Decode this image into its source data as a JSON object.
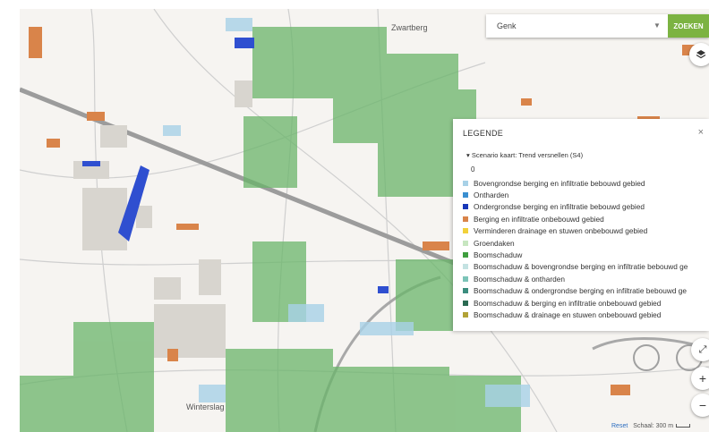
{
  "map": {
    "places": [
      "Zwartberg",
      "Winterslag"
    ]
  },
  "search": {
    "value": "Genk",
    "button_label": "ZOEKEN"
  },
  "legend": {
    "title": "LEGENDE",
    "close": "×",
    "scenario": "Scenario kaart: Trend versnellen (S4)",
    "zero_label": "0",
    "items": [
      {
        "label": "Bovengrondse berging en infiltratie bebouwd gebied",
        "color": "#a8d1e7"
      },
      {
        "label": "Ontharden",
        "color": "#3a8fd0"
      },
      {
        "label": "Ondergrondse berging en infiltratie bebouwd gebied",
        "color": "#1838b8"
      },
      {
        "label": "Berging en infiltratie onbebouwd gebied",
        "color": "#d9844a"
      },
      {
        "label": "Verminderen drainage en stuwen onbebouwd gebied",
        "color": "#f2d13a"
      },
      {
        "label": "Groendaken",
        "color": "#c7e6c0"
      },
      {
        "label": "Boomschaduw",
        "color": "#3f9e3f"
      },
      {
        "label": "Boomschaduw & bovengrondse berging en infiltratie bebouwd ge",
        "color": "#c4e2e2"
      },
      {
        "label": "Boomschaduw & ontharden",
        "color": "#7cc4b8"
      },
      {
        "label": "Boomschaduw & ondergrondse berging en infiltratie bebouwd ge",
        "color": "#3b8d7e"
      },
      {
        "label": "Boomschaduw & berging en infiltratie onbebouwd gebied",
        "color": "#2a6a52"
      },
      {
        "label": "Boomschaduw & drainage en stuwen onbebouwd gebied",
        "color": "#b2a236"
      }
    ]
  },
  "controls": {
    "layers_icon": "layers-icon",
    "fullscreen_icon": "expand-icon",
    "zoom_in": "+",
    "zoom_out": "−"
  },
  "footer": {
    "reset": "Reset",
    "scale": "Schaal: 300 m"
  }
}
